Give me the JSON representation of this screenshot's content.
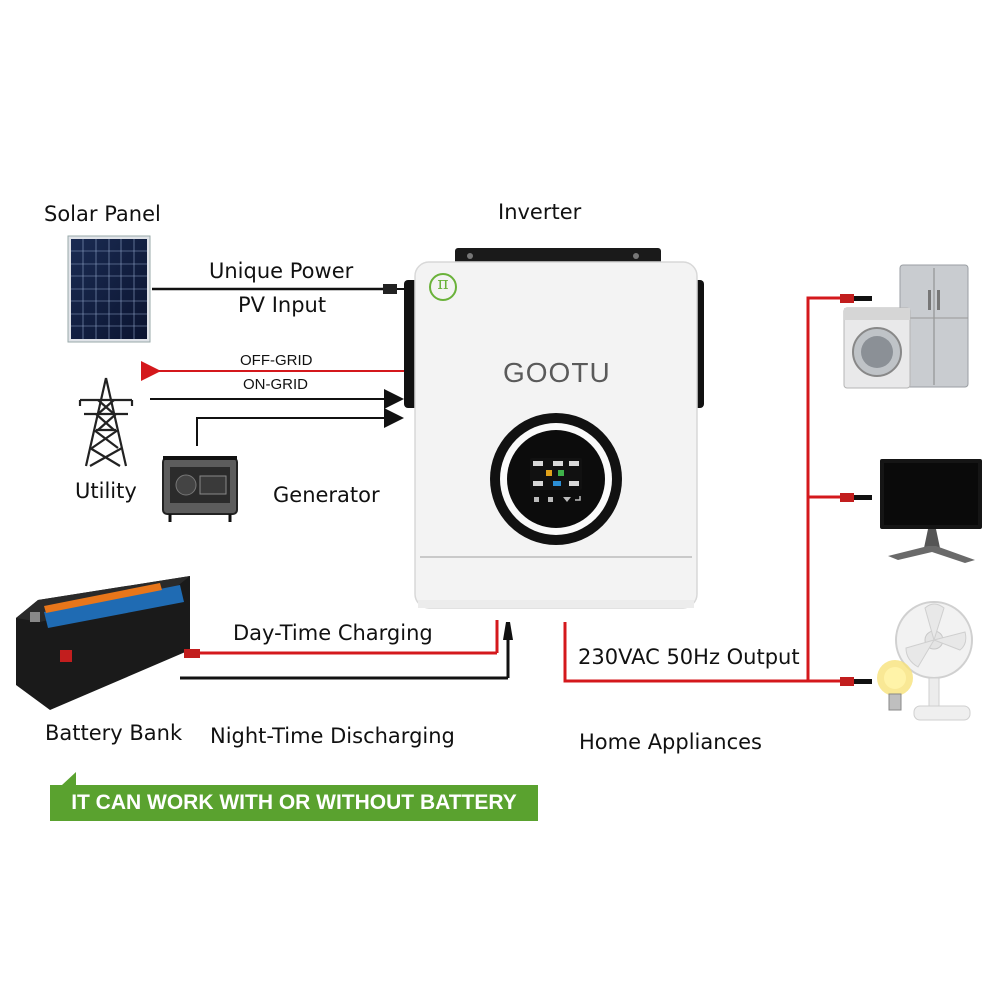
{
  "labels": {
    "solar_panel": "Solar Panel",
    "inverter": "Inverter",
    "unique_power": "Unique Power",
    "pv_input": "PV Input",
    "off_grid": "OFF-GRID",
    "on_grid": "ON-GRID",
    "utility": "Utility",
    "generator": "Generator",
    "day_time_charging": "Day-Time Charging",
    "battery_bank": "Battery Bank",
    "night_time_discharging": "Night-Time Discharging",
    "output": "230VAC 50Hz Output",
    "home_appliances": "Home Appliances"
  },
  "banner": {
    "text": "IT CAN WORK WITH OR WITHOUT BATTERY"
  },
  "inverter": {
    "brand": "GOOTU",
    "logo_symbol": "π"
  },
  "colors": {
    "wire_red": "#d4181c",
    "wire_black": "#111111",
    "banner_green": "#5aa22f",
    "brand_green": "#6ab23a"
  }
}
